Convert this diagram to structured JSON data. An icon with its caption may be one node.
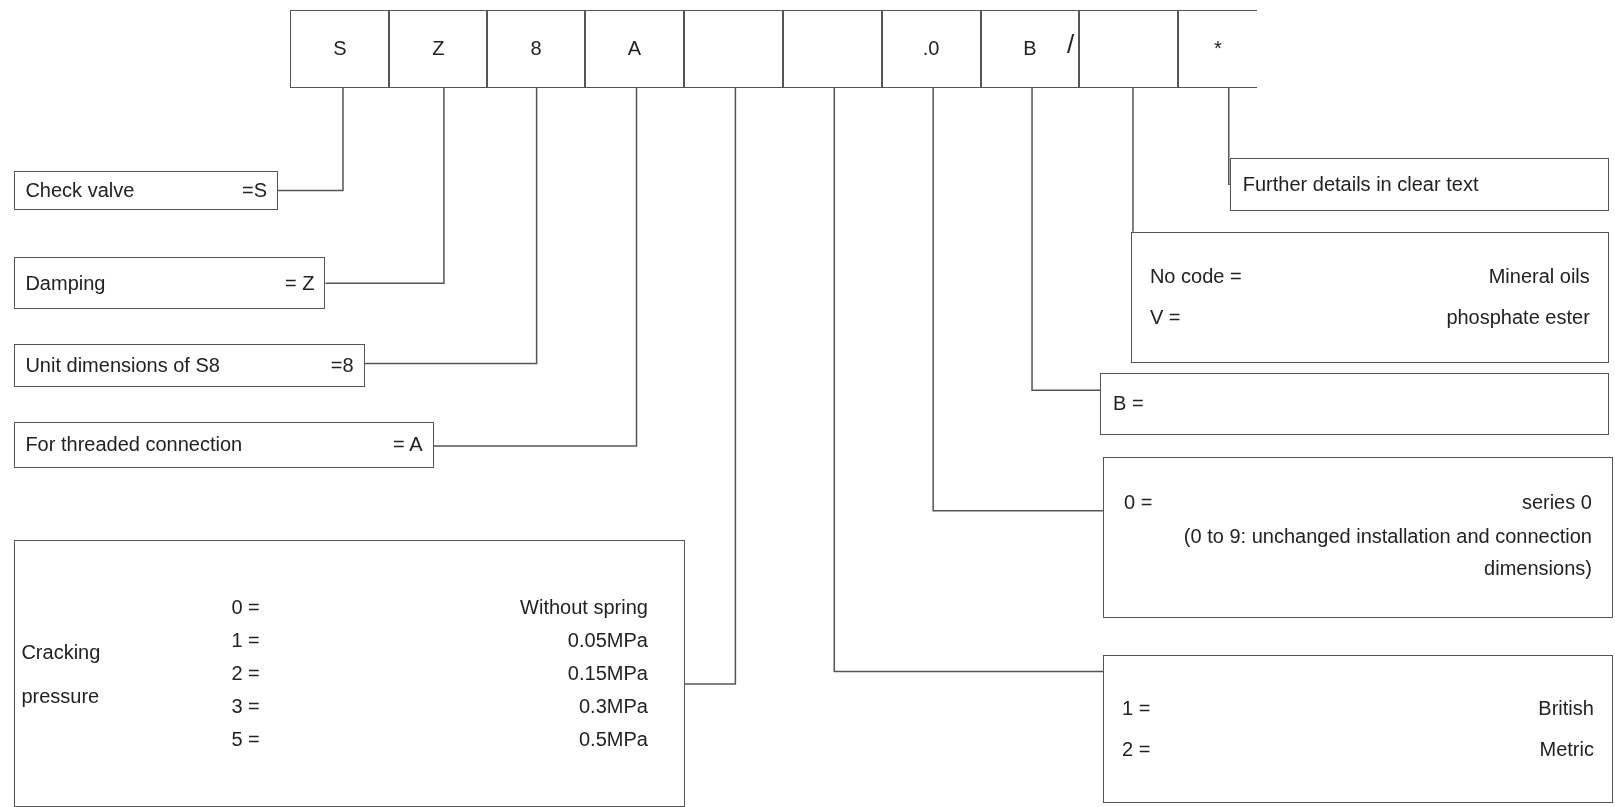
{
  "diagram": {
    "nodes": [
      {
        "text": [
          "S"
        ]
      },
      {
        "text": [
          "Z"
        ]
      },
      {
        "text": [
          "8"
        ]
      },
      {
        "text": [
          "A"
        ]
      },
      {
        "text": [],
        "shape": "box"
      },
      {
        "text": [],
        "shape": "box"
      },
      {
        "text": [
          ".0"
        ]
      },
      {
        "text": [
          "B"
        ]
      },
      {
        "text": [],
        "shape": "box"
      },
      {
        "text": [
          "*"
        ]
      },
      {
        "text": [
          "Check valve",
          "=S"
        ]
      },
      {
        "text": [
          "Damping",
          "= Z"
        ]
      },
      {
        "text": [
          "Unit dimensions of S8",
          "=8"
        ]
      },
      {
        "text": [
          "For threaded connection",
          "= A"
        ]
      },
      {
        "text": [
          "Cracking pressure",
          "0 =",
          "Without spring",
          "1 =",
          "0.05MPa",
          "2 =",
          "0.15MPa",
          "3 =",
          "0.3MPa",
          "5 =",
          "0.5MPa"
        ]
      },
      {
        "text": [
          "1 =",
          "British",
          "2 =",
          "Metric"
        ]
      },
      {
        "text": [
          "0  =",
          "series 0",
          "(0 to 9: unchanged installation and connection dimensions)"
        ]
      },
      {
        "text": [
          "B ="
        ]
      },
      {
        "text": [
          "No code =",
          "Mineral oils",
          "V =",
          "phosphate ester"
        ]
      },
      {
        "text": [
          "Further details in clear text"
        ]
      }
    ],
    "edges": [
      {
        "from": 0,
        "to": 10,
        "arrow": "none"
      },
      {
        "from": 1,
        "to": 11,
        "arrow": "none"
      },
      {
        "from": 2,
        "to": 12,
        "arrow": "none"
      },
      {
        "from": 3,
        "to": 13,
        "arrow": "none"
      },
      {
        "from": 4,
        "to": 14,
        "arrow": "none"
      },
      {
        "from": 5,
        "to": 15,
        "arrow": "none"
      },
      {
        "from": 6,
        "to": 16,
        "arrow": "none"
      },
      {
        "from": 7,
        "to": 17,
        "arrow": "none"
      },
      {
        "from": 8,
        "to": 18,
        "arrow": "none"
      },
      {
        "from": 9,
        "to": 19,
        "arrow": "none"
      }
    ],
    "labels": [
      "/"
    ]
  }
}
